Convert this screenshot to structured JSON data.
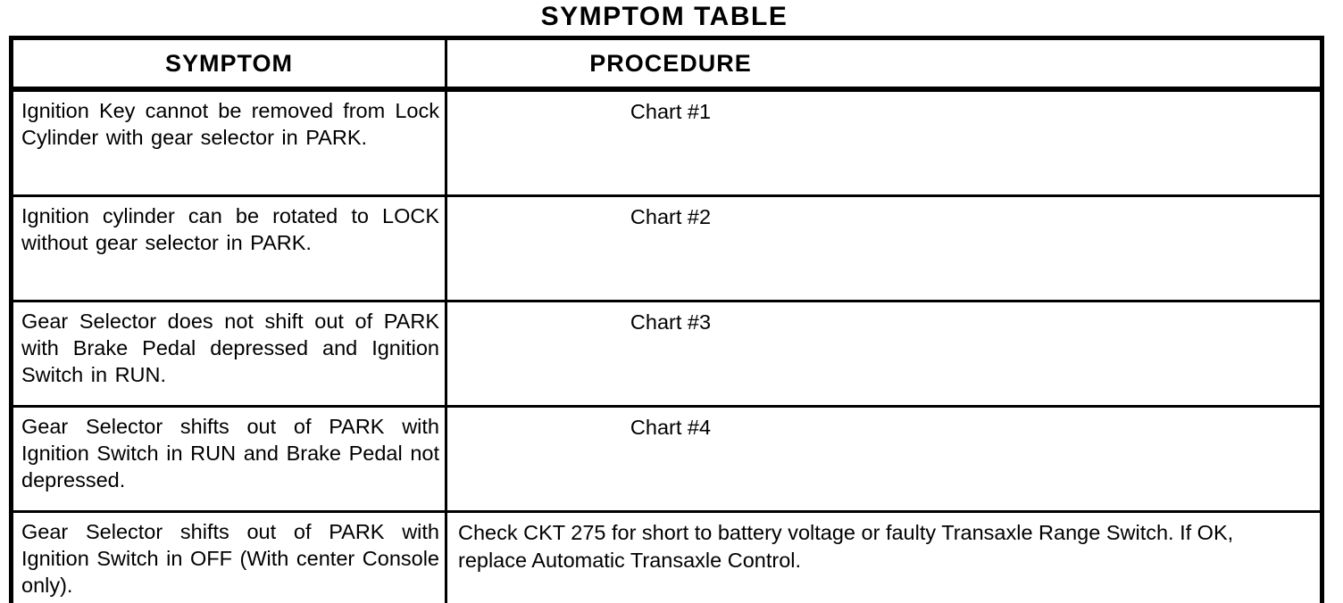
{
  "title": "SYMPTOM TABLE",
  "table": {
    "headers": {
      "symptom": "SYMPTOM",
      "procedure": "PROCEDURE"
    },
    "rows": [
      {
        "symptom": "Ignition Key cannot be removed from Lock Cylinder with gear selector in PARK.",
        "procedure": "Chart #1"
      },
      {
        "symptom": "Ignition cylinder can be rotated to LOCK without gear selector in PARK.",
        "procedure": "Chart #2"
      },
      {
        "symptom": "Gear Selector does not shift out of PARK with Brake Pedal depressed and Ignition Switch in RUN.",
        "procedure": "Chart #3"
      },
      {
        "symptom": "Gear Selector shifts out of PARK with Ignition Switch in RUN and Brake Pedal not depressed.",
        "procedure": "Chart #4"
      },
      {
        "symptom": "Gear Selector shifts out of PARK with Ignition Switch in OFF (With center Console only).",
        "procedure": "Check CKT 275 for short to battery voltage or faulty Transaxle Range Switch. If OK, replace Automatic Transaxle Control."
      }
    ]
  },
  "colors": {
    "ink": "#000000",
    "paper": "#ffffff"
  }
}
